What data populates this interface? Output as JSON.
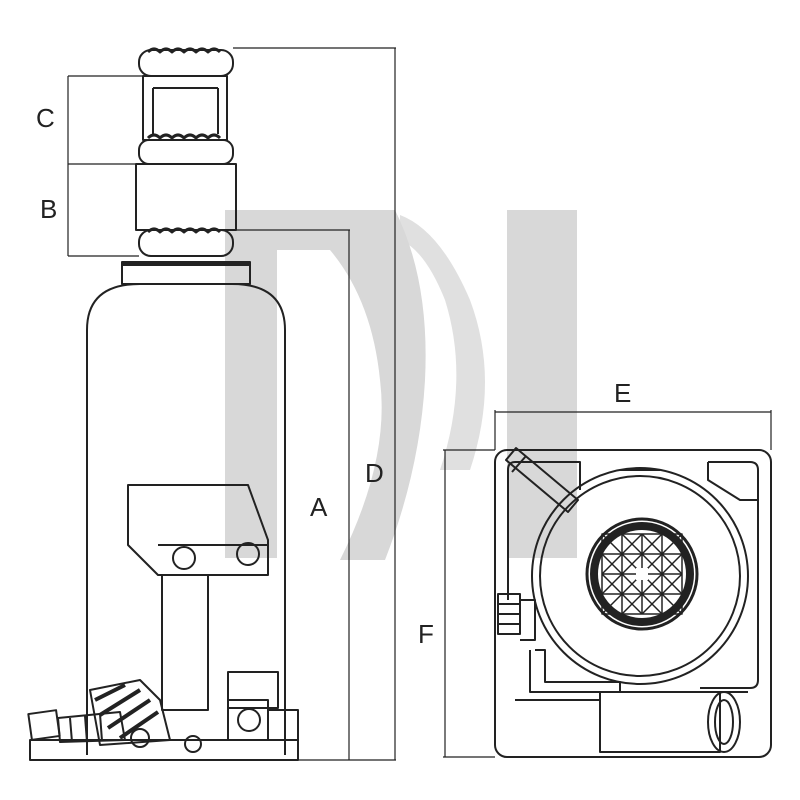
{
  "dimensions": {
    "A": "A",
    "B": "B",
    "C": "C",
    "D": "D",
    "E": "E",
    "F": "F"
  },
  "colors": {
    "line": "#222222",
    "watermark": "#d8d8d8",
    "background": "#ffffff"
  }
}
